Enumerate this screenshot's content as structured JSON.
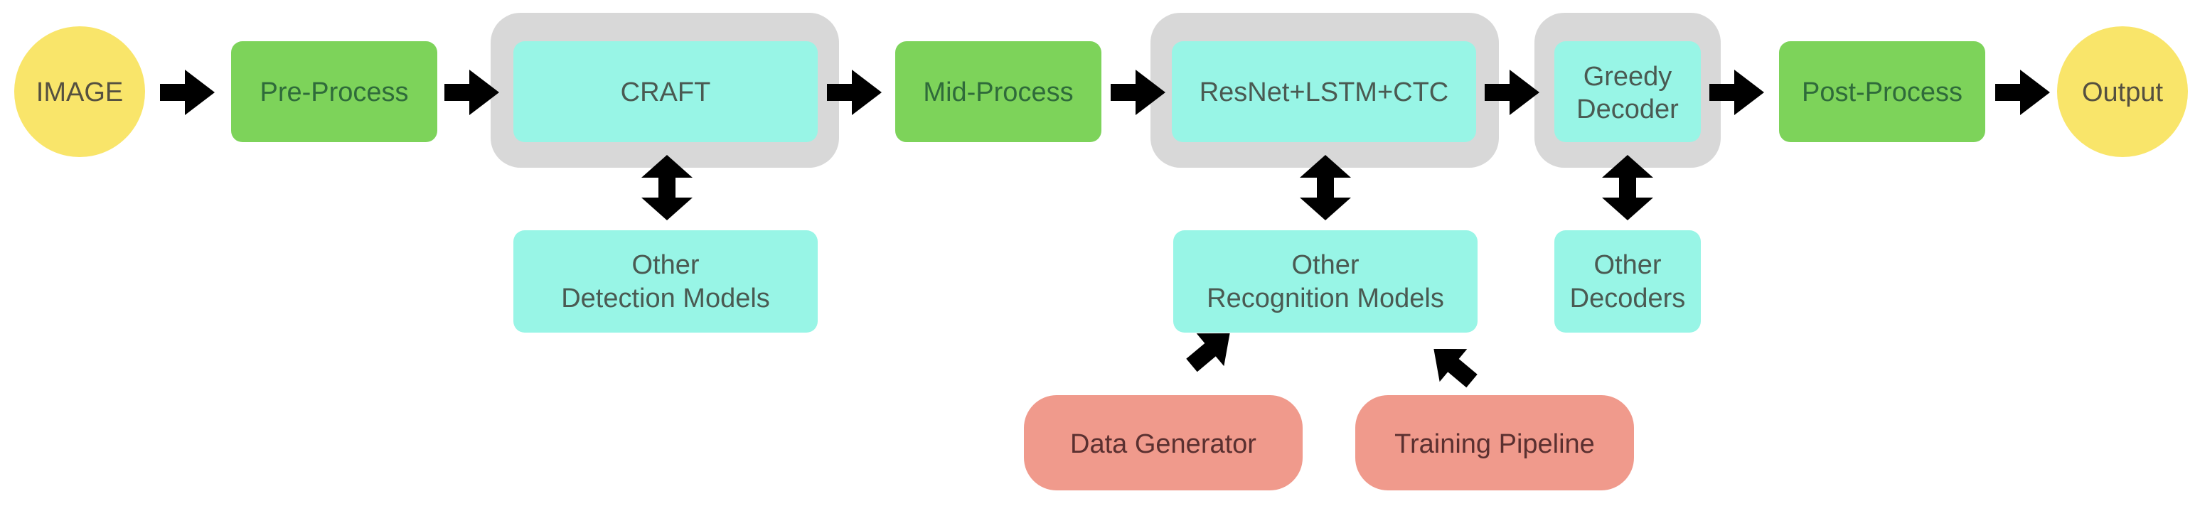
{
  "colors": {
    "terminal": "#f9e56a",
    "process": "#7dd35a",
    "model": "#98f5e6",
    "group": "#d8d8d8",
    "external": "#f09a8c",
    "arrow": "#000000"
  },
  "nodes": {
    "image": {
      "label": "IMAGE"
    },
    "pre_process": {
      "label": "Pre-Process"
    },
    "craft": {
      "label": "CRAFT"
    },
    "mid_process": {
      "label": "Mid-Process"
    },
    "recognizer": {
      "label": "ResNet+LSTM+CTC"
    },
    "greedy_decoder": {
      "lines": [
        "Greedy",
        "Decoder"
      ]
    },
    "post_process": {
      "label": "Post-Process"
    },
    "output": {
      "label": "Output"
    },
    "other_detection": {
      "lines": [
        "Other",
        "Detection Models"
      ]
    },
    "other_recognition": {
      "lines": [
        "Other",
        "Recognition Models"
      ]
    },
    "other_decoders": {
      "lines": [
        "Other",
        "Decoders"
      ]
    },
    "data_generator": {
      "label": "Data Generator"
    },
    "training_pipeline": {
      "label": "Training Pipeline"
    }
  },
  "arrow_icon": "thick-right-arrow"
}
